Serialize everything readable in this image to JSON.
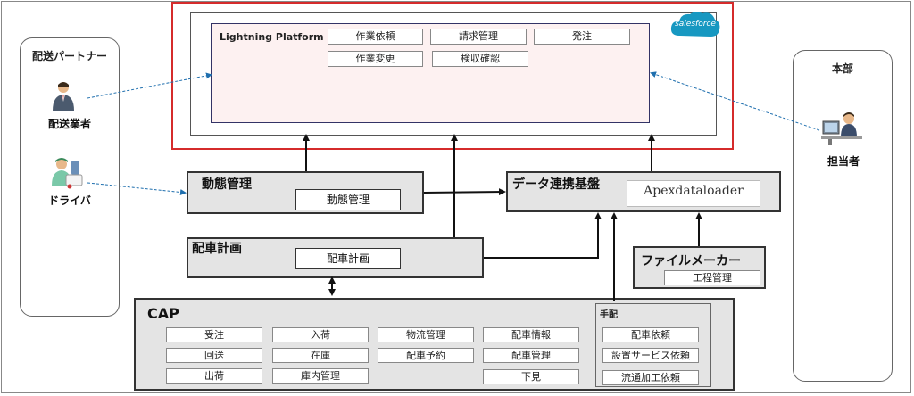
{
  "partner": {
    "title": "配送パートナー",
    "actors": [
      "配送業者",
      "ドライバ"
    ]
  },
  "hq": {
    "title": "本部",
    "actor": "担当者"
  },
  "platform": {
    "title": "Lightning Platform",
    "brand": "salesforce",
    "functions": [
      "作業依頼",
      "請求管理",
      "発注",
      "作業変更",
      "検収確認"
    ]
  },
  "tracking": {
    "title": "動態管理",
    "module": "動態管理"
  },
  "dispatch": {
    "title": "配車計画",
    "module": "配車計画"
  },
  "integration": {
    "title": "データ連携基盤",
    "logo": "Apexdataloader"
  },
  "file_maker": {
    "title": "ファイルメーカー",
    "module": "工程管理"
  },
  "cap": {
    "title": "CAP",
    "modules": [
      "受注",
      "入荷",
      "物流管理",
      "配車情報",
      "回送",
      "在庫",
      "配車予約",
      "配車管理",
      "出荷",
      "庫内管理",
      "下見"
    ],
    "arrangement": {
      "title": "手配",
      "items": [
        "配車依頼",
        "設置サービス依頼",
        "流通加工依頼"
      ]
    }
  },
  "colors": {
    "accent_red": "#d52b2b",
    "salesforce_blue": "#1798c1",
    "system_fill": "#e4e4e4"
  }
}
